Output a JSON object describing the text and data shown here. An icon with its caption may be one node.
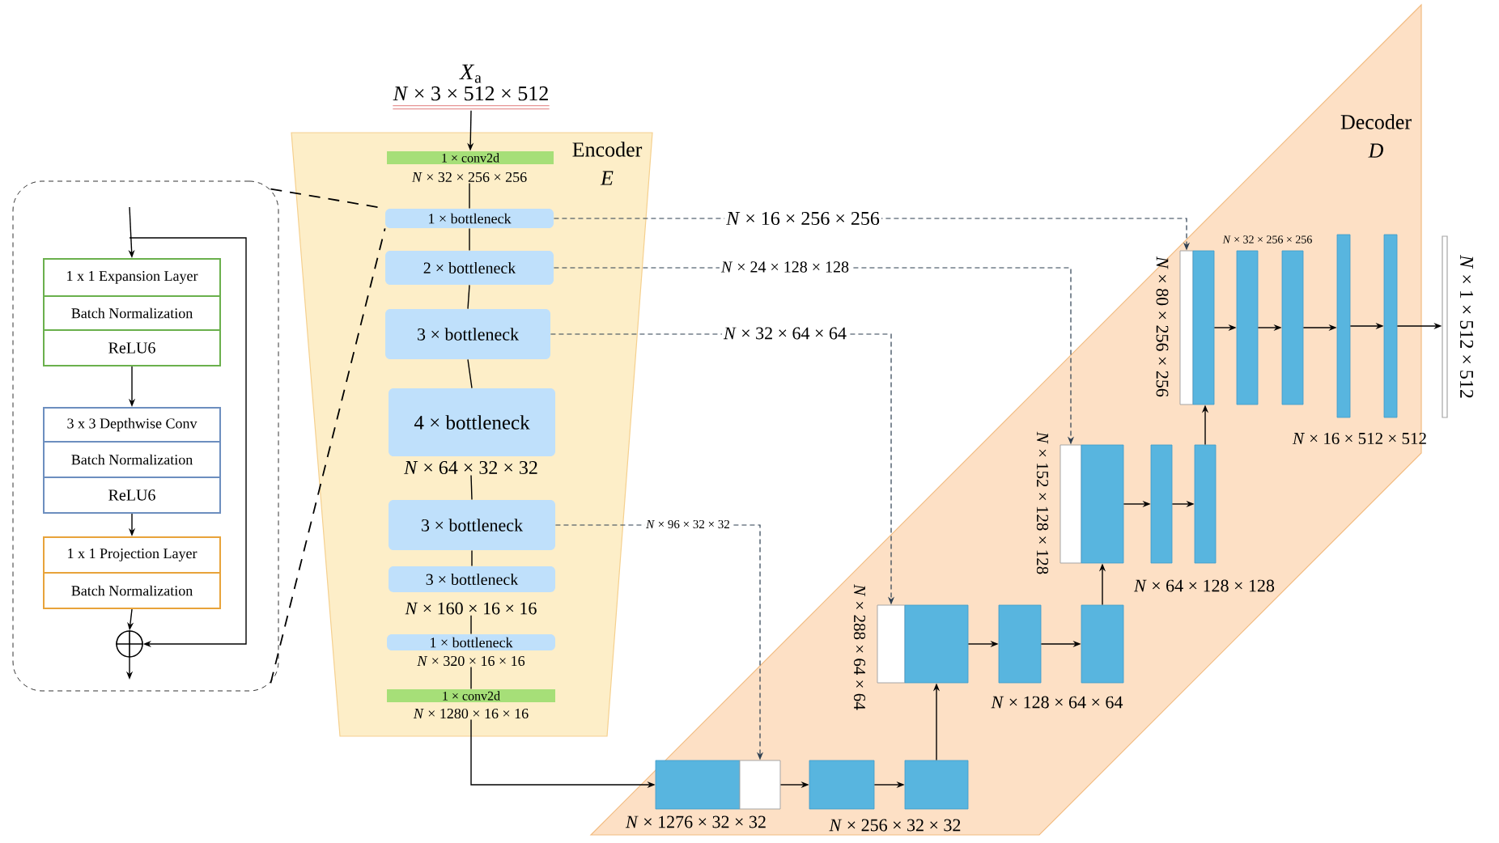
{
  "diagram": {
    "nodes": [
      {
        "text": [],
        "shape": "box"
      },
      {
        "text": [
          "1 x 1 Expansion Layer"
        ],
        "in": 0
      },
      {
        "text": [
          "Batch Normalization"
        ],
        "in": 0
      },
      {
        "text": [
          "ReLU6"
        ],
        "in": 0
      },
      {
        "text": [
          "3 x 3 Depthwise Conv"
        ],
        "in": 0
      },
      {
        "text": [
          "Batch Normalization"
        ],
        "in": 0
      },
      {
        "text": [
          "ReLU6"
        ],
        "in": 0
      },
      {
        "text": [
          "1 x 1 Projection Layer"
        ],
        "in": 0
      },
      {
        "text": [
          "Batch Normalization"
        ],
        "in": 0
      },
      {
        "text": [],
        "shape": "circle",
        "in": 0
      },
      {
        "text": [
          "Encoder",
          "E"
        ]
      },
      {
        "text": [
          "*X*$_{a}$",
          "*N* × 3 × 512 × 512"
        ]
      },
      {
        "text": [
          "1 × conv2d"
        ],
        "beside": [
          "*N* × 32 × 256 × 256"
        ],
        "in": 10
      },
      {
        "text": [
          "1 × bottleneck"
        ],
        "in": 10
      },
      {
        "text": [
          "2 × bottleneck"
        ],
        "in": 10
      },
      {
        "text": [
          "3 × bottleneck"
        ],
        "in": 10
      },
      {
        "text": [
          "4 × bottleneck"
        ],
        "beside": [
          "*N* × 64 × 32 × 32"
        ],
        "in": 10
      },
      {
        "text": [
          "3 × bottleneck"
        ],
        "in": 10
      },
      {
        "text": [
          "3 × bottleneck"
        ],
        "beside": [
          "*N* × 160 × 16 × 16"
        ],
        "in": 10
      },
      {
        "text": [
          "1 × bottleneck"
        ],
        "beside": [
          "*N* × 320 × 16 × 16"
        ],
        "in": 10
      },
      {
        "text": [
          "1 × conv2d"
        ],
        "beside": [
          "*N* × 1280 × 16 × 16"
        ],
        "in": 10
      },
      {
        "text": [
          "Decoder",
          "D"
        ]
      },
      {
        "text": [],
        "shape": "box",
        "beside": [
          "*N* × 1276 × 32 × 32"
        ],
        "in": 21
      },
      {
        "text": [],
        "shape": "box",
        "in": 21
      },
      {
        "text": [],
        "shape": "box",
        "beside": [
          "*N* × 256 × 32 × 32"
        ],
        "in": 21
      },
      {
        "text": [],
        "shape": "box",
        "in": 21
      },
      {
        "text": [],
        "shape": "box",
        "beside": [
          "*N* × 288 × 64 × 64"
        ],
        "in": 21
      },
      {
        "text": [],
        "shape": "box",
        "in": 21
      },
      {
        "text": [],
        "shape": "box",
        "beside": [
          "*N* × 128 × 64 × 64"
        ],
        "in": 21
      },
      {
        "text": [],
        "shape": "box",
        "in": 21
      },
      {
        "text": [],
        "shape": "box",
        "beside": [
          "*N* × 152 × 128 × 128"
        ],
        "in": 21
      },
      {
        "text": [],
        "shape": "box",
        "in": 21
      },
      {
        "text": [],
        "shape": "box",
        "in": 21
      },
      {
        "text": [],
        "shape": "box",
        "beside": [
          "*N* × 64 × 128 × 128"
        ],
        "in": 21
      },
      {
        "text": [],
        "shape": "box",
        "beside": [
          "*N* × 80 × 256 × 256"
        ],
        "in": 21
      },
      {
        "text": [],
        "shape": "box",
        "beside": [
          "*N* × 32 × 256 × 256"
        ],
        "in": 21
      },
      {
        "text": [],
        "shape": "box",
        "in": 21
      },
      {
        "text": [],
        "shape": "box",
        "in": 21
      },
      {
        "text": [],
        "shape": "box",
        "in": 21
      },
      {
        "text": [],
        "shape": "box",
        "beside": [
          "*N* × 16 × 512 × 512"
        ],
        "in": 21
      },
      {
        "text": [],
        "shape": "bar",
        "beside": [
          "*N* × 1 × 512 × 512"
        ]
      }
    ],
    "edges": [
      {
        "from": null,
        "to": 1,
        "arrow": "to"
      },
      {
        "from": 3,
        "to": 4,
        "arrow": "to"
      },
      {
        "from": 6,
        "to": 7,
        "arrow": "to"
      },
      {
        "from": 8,
        "to": 9,
        "arrow": "to"
      },
      {
        "from": 9,
        "to": null,
        "arrow": "to"
      },
      {
        "from": null,
        "to": 9,
        "arrow": "to"
      },
      {
        "from": 0,
        "to": 13,
        "arrow": "none",
        "style": "dashed"
      },
      {
        "from": 0,
        "to": 13,
        "arrow": "none",
        "style": "dashed"
      },
      {
        "from": 11,
        "to": 12,
        "arrow": "to"
      },
      {
        "from": 12,
        "to": 13,
        "arrow": "none"
      },
      {
        "from": 13,
        "to": 14,
        "arrow": "none"
      },
      {
        "from": 14,
        "to": 15,
        "arrow": "none"
      },
      {
        "from": 15,
        "to": 16,
        "arrow": "none"
      },
      {
        "from": 16,
        "to": 17,
        "arrow": "none"
      },
      {
        "from": 17,
        "to": 18,
        "arrow": "none"
      },
      {
        "from": 18,
        "to": 19,
        "arrow": "none"
      },
      {
        "from": 19,
        "to": 20,
        "arrow": "none"
      },
      {
        "from": 20,
        "to": 22,
        "arrow": "to"
      },
      {
        "from": 23,
        "to": 24,
        "arrow": "to"
      },
      {
        "from": 24,
        "to": 25,
        "arrow": "to"
      },
      {
        "from": 25,
        "to": 27,
        "arrow": "to"
      },
      {
        "from": 27,
        "to": 28,
        "arrow": "to"
      },
      {
        "from": 28,
        "to": 29,
        "arrow": "to"
      },
      {
        "from": 29,
        "to": 31,
        "arrow": "to"
      },
      {
        "from": 31,
        "to": 32,
        "arrow": "to"
      },
      {
        "from": 32,
        "to": 33,
        "arrow": "to"
      },
      {
        "from": 33,
        "to": 35,
        "arrow": "to"
      },
      {
        "from": 35,
        "to": 36,
        "arrow": "to"
      },
      {
        "from": 36,
        "to": 37,
        "arrow": "to"
      },
      {
        "from": 37,
        "to": 38,
        "arrow": "to"
      },
      {
        "from": 38,
        "to": 39,
        "arrow": "to"
      },
      {
        "from": 39,
        "to": 40,
        "arrow": "to"
      },
      {
        "from": 13,
        "to": 34,
        "arrow": "to",
        "style": "dashed",
        "color": "#2c3e50",
        "label": "*N* × 16 × 256 × 256"
      },
      {
        "from": 14,
        "to": 30,
        "arrow": "to",
        "style": "dashed",
        "color": "#2c3e50",
        "label": "*N* × 24 × 128 × 128"
      },
      {
        "from": 15,
        "to": 26,
        "arrow": "to",
        "style": "dashed",
        "color": "#2c3e50",
        "label": "*N* × 32 × 64 × 64"
      },
      {
        "from": 17,
        "to": 23,
        "arrow": "to",
        "style": "dashed",
        "color": "#2c3e50",
        "label": "*N* × 96 × 32 × 32"
      }
    ]
  }
}
